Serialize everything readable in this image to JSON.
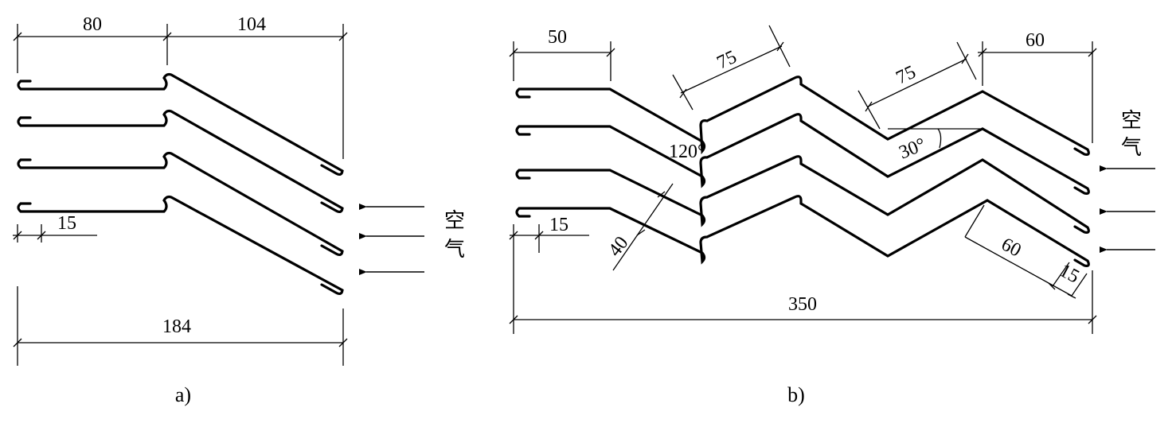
{
  "figure_a": {
    "caption": "a)",
    "dimensions": {
      "straight_length": "80",
      "inclined_length": "104",
      "hook": "15",
      "total_width": "184"
    },
    "air_label": [
      "空",
      "气"
    ],
    "blade_count": 4,
    "air_arrow_count": 3
  },
  "figure_b": {
    "caption": "b)",
    "dimensions": {
      "straight_length": "50",
      "zigzag_segment_1": "75",
      "zigzag_segment_2": "75",
      "outlet_length": "60",
      "bend_angle": "120°",
      "incline_angle": "30°",
      "blade_pitch": "40",
      "hook": "15",
      "last_segment": "60",
      "last_hook": "15",
      "total_width": "350"
    },
    "air_label": [
      "空",
      "气"
    ],
    "blade_count": 4,
    "air_arrow_count": 3
  }
}
